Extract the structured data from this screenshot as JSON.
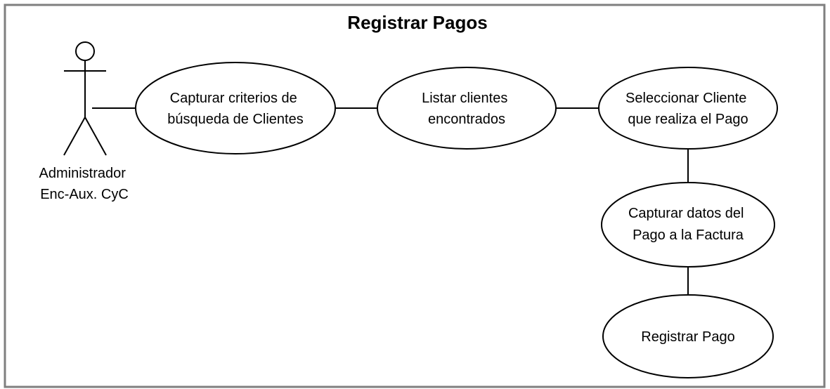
{
  "diagram": {
    "title": "Registrar Pagos",
    "actor": {
      "lines": [
        "Administrador",
        "Enc-Aux. CyC"
      ]
    },
    "use_cases": [
      {
        "id": "uc1",
        "lines": [
          "Capturar criterios de",
          "búsqueda de Clientes"
        ]
      },
      {
        "id": "uc2",
        "lines": [
          "Listar clientes",
          "encontrados"
        ]
      },
      {
        "id": "uc3",
        "lines": [
          "Seleccionar Cliente",
          "que realiza el Pago"
        ]
      },
      {
        "id": "uc4",
        "lines": [
          "Capturar datos del",
          "Pago a la Factura"
        ]
      },
      {
        "id": "uc5",
        "lines": [
          "Registrar Pago"
        ]
      }
    ]
  }
}
